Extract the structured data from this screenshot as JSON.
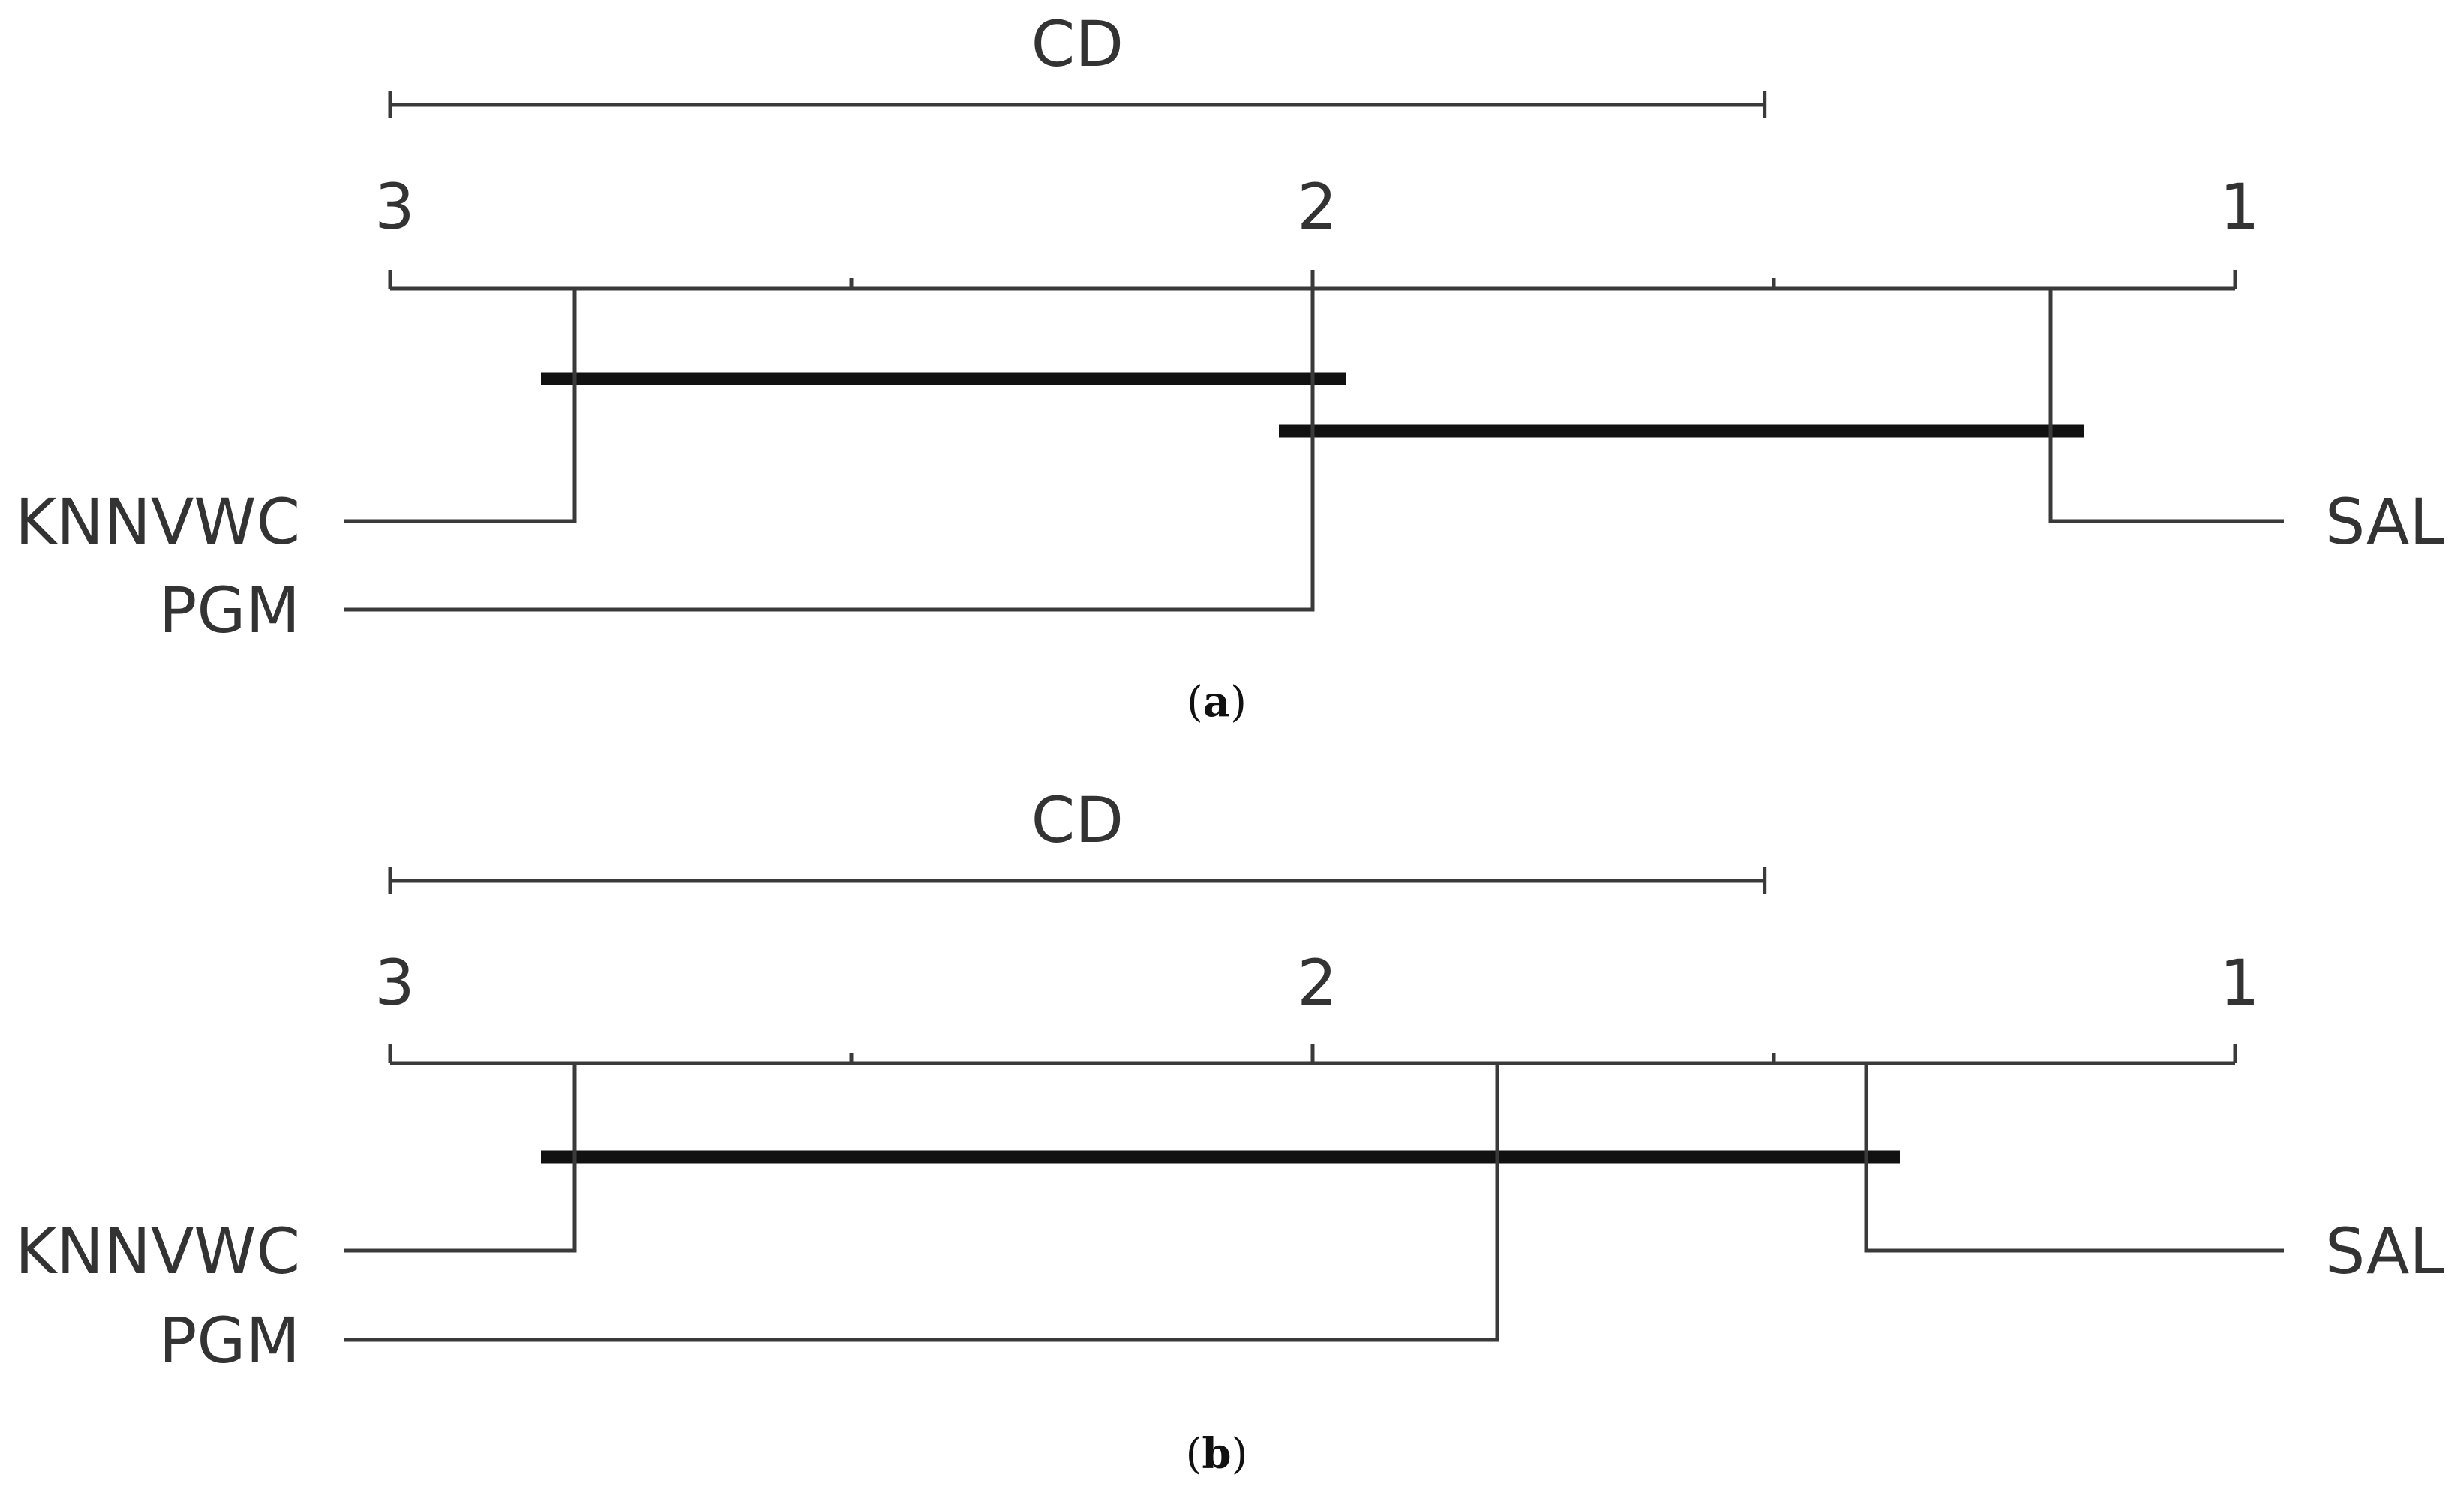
{
  "chart_data": [
    {
      "type": "critical-difference-diagram",
      "panel_caption": "a",
      "cd_label": "CD",
      "cd_value": 1.49,
      "axis_ticks": [
        3,
        2,
        1
      ],
      "axis_tick_labels": [
        "3",
        "2",
        "1"
      ],
      "axis_range": [
        3,
        1
      ],
      "methods": [
        {
          "name": "KNNVWC",
          "rank": 2.8,
          "side": "left"
        },
        {
          "name": "PGM",
          "rank": 2.0,
          "side": "left"
        },
        {
          "name": "SAL",
          "rank": 1.2,
          "side": "right"
        }
      ],
      "cliques": [
        {
          "from": 2.8,
          "to": 2.0
        },
        {
          "from": 2.0,
          "to": 1.2
        }
      ]
    },
    {
      "type": "critical-difference-diagram",
      "panel_caption": "b",
      "cd_label": "CD",
      "cd_value": 1.49,
      "axis_ticks": [
        3,
        2,
        1
      ],
      "axis_tick_labels": [
        "3",
        "2",
        "1"
      ],
      "axis_range": [
        3,
        1
      ],
      "methods": [
        {
          "name": "KNNVWC",
          "rank": 2.8,
          "side": "left"
        },
        {
          "name": "PGM",
          "rank": 1.8,
          "side": "left"
        },
        {
          "name": "SAL",
          "rank": 1.4,
          "side": "right"
        }
      ],
      "cliques": [
        {
          "from": 2.8,
          "to": 1.4
        }
      ]
    }
  ]
}
